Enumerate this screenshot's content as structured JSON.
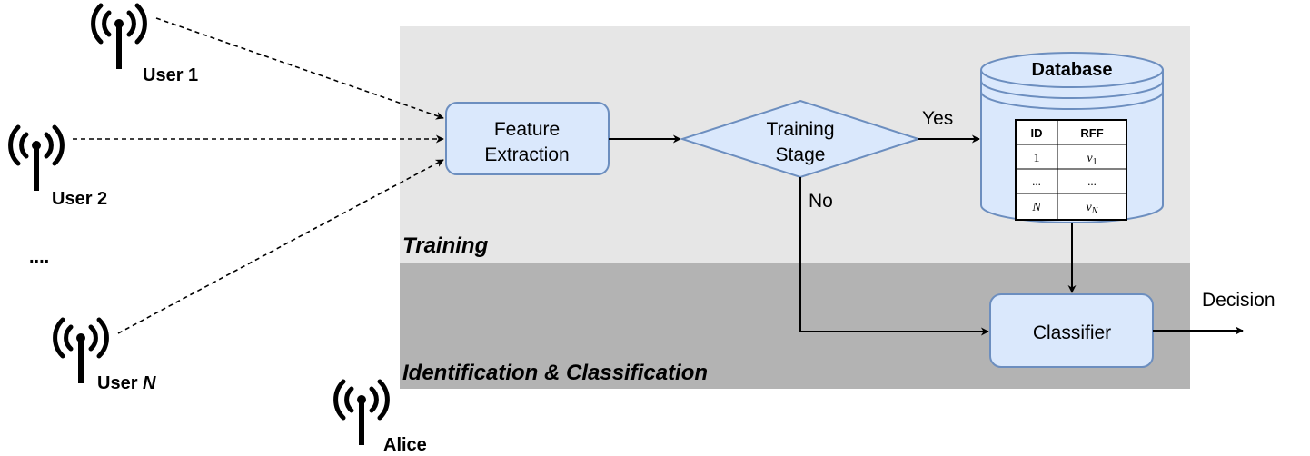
{
  "users": [
    {
      "label": "User 1"
    },
    {
      "label": "User 2"
    },
    {
      "label_prefix": "User ",
      "label_var": "N"
    }
  ],
  "ellipsis": "....",
  "alice": "Alice",
  "regions": {
    "training": "Training",
    "identification": "Identification & Classification"
  },
  "feature_extraction": {
    "line1": "Feature",
    "line2": "Extraction"
  },
  "training_stage": {
    "line1": "Training",
    "line2": "Stage"
  },
  "branches": {
    "yes": "Yes",
    "no": "No"
  },
  "database": {
    "title": "Database",
    "table": {
      "headers": [
        "ID",
        "RFF"
      ],
      "rows": [
        [
          "1",
          "v",
          "1"
        ],
        [
          "...",
          "...",
          ""
        ],
        [
          "N",
          "v",
          "N"
        ]
      ]
    }
  },
  "classifier": "Classifier",
  "decision": "Decision",
  "colors": {
    "training_bg": "#e6e6e6",
    "identification_bg": "#b3b3b3",
    "node_fill": "#dae8fc",
    "node_stroke": "#6c8ebf"
  }
}
